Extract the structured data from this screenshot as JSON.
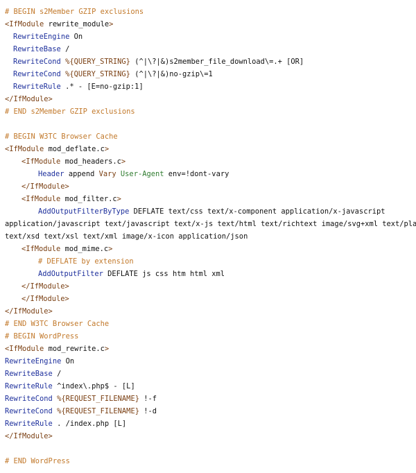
{
  "lines": [
    {
      "type": "comment",
      "indent": 0,
      "text": "# BEGIN s2Member GZIP exclusions"
    },
    {
      "type": "tag",
      "indent": 0,
      "open": "<IfModule ",
      "name": "rewrite_module",
      "close": ">"
    },
    {
      "type": "pair",
      "indent": 1,
      "directive": "RewriteEngine",
      "value": "On"
    },
    {
      "type": "pair",
      "indent": 1,
      "directive": "RewriteBase",
      "value": "/"
    },
    {
      "type": "cond",
      "indent": 1,
      "directive": "RewriteCond",
      "var": "%{QUERY_STRING}",
      "rest": "(^|\\?|&)s2member_file_download\\=.+ [OR]"
    },
    {
      "type": "cond",
      "indent": 1,
      "directive": "RewriteCond",
      "var": "%{QUERY_STRING}",
      "rest": "(^|\\?|&)no-gzip\\=1"
    },
    {
      "type": "pair",
      "indent": 1,
      "directive": "RewriteRule",
      "value": ".* - [E=no-gzip:1]"
    },
    {
      "type": "tagclose",
      "indent": 0,
      "text": "</IfModule>"
    },
    {
      "type": "comment",
      "indent": 0,
      "text": "# END s2Member GZIP exclusions"
    },
    {
      "type": "blank"
    },
    {
      "type": "comment",
      "indent": 0,
      "text": "# BEGIN W3TC Browser Cache"
    },
    {
      "type": "tag",
      "indent": 0,
      "open": "<IfModule ",
      "name": "mod_deflate.c",
      "close": ">"
    },
    {
      "type": "tag",
      "indent": 2,
      "open": "<IfModule ",
      "name": "mod_headers.c",
      "close": ">"
    },
    {
      "type": "header",
      "indent": 3,
      "directive": "Header",
      "a": "append",
      "b": "Vary",
      "c": "User-Agent",
      "d": "env=!dont-vary"
    },
    {
      "type": "tagclose",
      "indent": 2,
      "text": "</IfModule>"
    },
    {
      "type": "tag",
      "indent": 2,
      "open": "<IfModule ",
      "name": "mod_filter.c",
      "close": ">"
    },
    {
      "type": "pair",
      "indent": 3,
      "directive": "AddOutputFilterByType",
      "value": "DEFLATE text/css text/x-component application/x-javascript"
    },
    {
      "type": "plain",
      "indent": 0,
      "text": "application/javascript text/javascript text/x-js text/html text/richtext image/svg+xml text/plain"
    },
    {
      "type": "plain",
      "indent": 0,
      "text": "text/xsd text/xsl text/xml image/x-icon application/json"
    },
    {
      "type": "tag",
      "indent": 2,
      "open": "<IfModule ",
      "name": "mod_mime.c",
      "close": ">"
    },
    {
      "type": "comment",
      "indent": 3,
      "text": "# DEFLATE by extension"
    },
    {
      "type": "pair",
      "indent": 3,
      "directive": "AddOutputFilter",
      "value": "DEFLATE js css htm html xml"
    },
    {
      "type": "tagclose",
      "indent": 2,
      "text": "</IfModule>"
    },
    {
      "type": "tagclose",
      "indent": 2,
      "text": "</IfModule>"
    },
    {
      "type": "tagclose",
      "indent": 0,
      "text": "</IfModule>"
    },
    {
      "type": "comment",
      "indent": 0,
      "text": "# END W3TC Browser Cache"
    },
    {
      "type": "comment",
      "indent": 0,
      "text": "# BEGIN WordPress"
    },
    {
      "type": "tag",
      "indent": 0,
      "open": "<IfModule ",
      "name": "mod_rewrite.c",
      "close": ">"
    },
    {
      "type": "pair",
      "indent": 0,
      "directive": "RewriteEngine",
      "value": "On"
    },
    {
      "type": "pair",
      "indent": 0,
      "directive": "RewriteBase",
      "value": "/"
    },
    {
      "type": "pair",
      "indent": 0,
      "directive": "RewriteRule",
      "value": "^index\\.php$ - [L]"
    },
    {
      "type": "cond",
      "indent": 0,
      "directive": "RewriteCond",
      "var": "%{REQUEST_FILENAME}",
      "rest": "!-f"
    },
    {
      "type": "cond",
      "indent": 0,
      "directive": "RewriteCond",
      "var": "%{REQUEST_FILENAME}",
      "rest": "!-d"
    },
    {
      "type": "pair",
      "indent": 0,
      "directive": "RewriteRule",
      "value": ". /index.php [L]"
    },
    {
      "type": "tagclose",
      "indent": 0,
      "text": "</IfModule>"
    },
    {
      "type": "blank"
    },
    {
      "type": "comment",
      "indent": 0,
      "text": "# END WordPress"
    }
  ]
}
